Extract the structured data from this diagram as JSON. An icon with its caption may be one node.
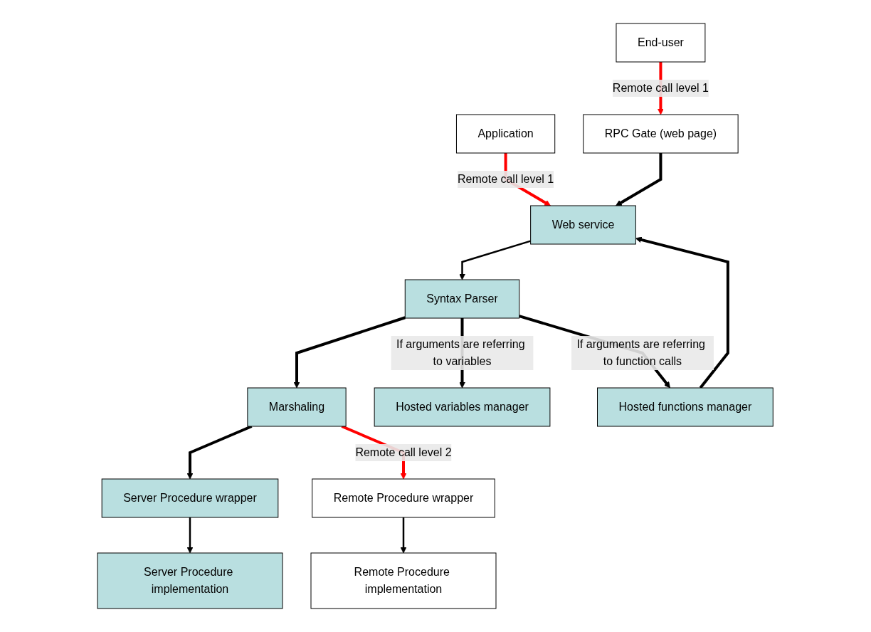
{
  "diagram": {
    "nodes": [
      {
        "text": [
          "End-user"
        ]
      },
      {
        "text": [
          "RPC Gate (web page)"
        ]
      },
      {
        "text": [
          "Application"
        ]
      },
      {
        "text": [
          "Web service"
        ]
      },
      {
        "text": [
          "Server Procedure implementation"
        ]
      },
      {
        "text": [
          "Syntax Parser"
        ]
      },
      {
        "text": [
          "Remote Procedure implementation"
        ]
      },
      {
        "text": [
          "Server Procedure wrapper"
        ]
      },
      {
        "text": [
          "Remote Procedure wrapper"
        ]
      },
      {
        "text": [
          "Marshaling"
        ]
      },
      {
        "text": [
          "Hosted variables manager"
        ]
      },
      {
        "text": [
          "Hosted functions manager"
        ]
      }
    ],
    "edges": [
      {
        "from": 0,
        "to": 1,
        "arrow": "to",
        "label": "Remote call level 1",
        "color": "#ff0000"
      },
      {
        "from": 2,
        "to": 3,
        "arrow": "to",
        "label": "Remote call level 1",
        "color": "#ff0000"
      },
      {
        "from": 1,
        "to": 3,
        "arrow": "to"
      },
      {
        "from": 3,
        "to": 5,
        "arrow": "to"
      },
      {
        "from": 5,
        "to": 9,
        "arrow": "to"
      },
      {
        "from": 5,
        "to": 10,
        "arrow": "to",
        "label": "If arguments are referring to variables"
      },
      {
        "from": 5,
        "to": 11,
        "arrow": "to",
        "label": "If arguments are referring to function calls"
      },
      {
        "from": 11,
        "to": 3,
        "arrow": "to"
      },
      {
        "from": 9,
        "to": 7,
        "arrow": "to"
      },
      {
        "from": 7,
        "to": 4,
        "arrow": "to"
      },
      {
        "from": 8,
        "to": 6,
        "arrow": "to"
      },
      {
        "from": 9,
        "to": 8,
        "arrow": "to",
        "label": "Remote call level 2",
        "color": "#ff0000"
      }
    ]
  }
}
